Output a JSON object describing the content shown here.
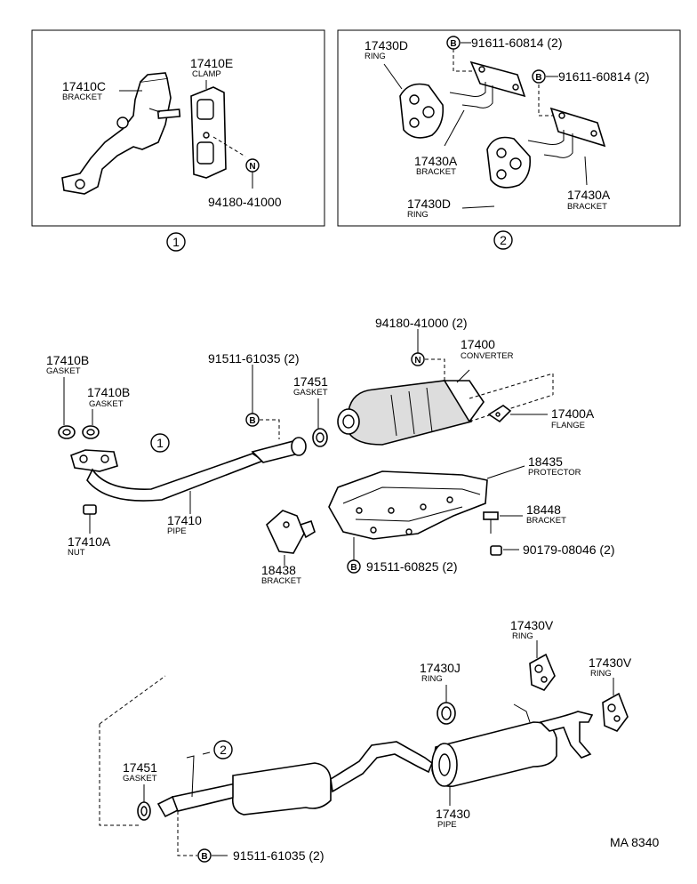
{
  "box1": {
    "bracket_c": {
      "num": "17410C",
      "name": "BRACKET"
    },
    "clamp": {
      "num": "17410E",
      "name": "CLAMP"
    },
    "nut_n": {
      "marker": "N",
      "num": "94180-41000"
    },
    "index": "1"
  },
  "box2": {
    "ring_top": {
      "num": "17430D",
      "name": "RING"
    },
    "bolt_1": {
      "marker": "B",
      "num": "91611-60814 (2)"
    },
    "bolt_2": {
      "marker": "B",
      "num": "91611-60814 (2)"
    },
    "bracket_left": {
      "num": "17430A",
      "name": "BRACKET"
    },
    "ring_bottom": {
      "num": "17430D",
      "name": "RING"
    },
    "bracket_right": {
      "num": "17430A",
      "name": "BRACKET"
    },
    "index": "2"
  },
  "middle": {
    "gasket_b1": {
      "num": "17410B",
      "name": "GASKET"
    },
    "gasket_b2": {
      "num": "17410B",
      "name": "GASKET"
    },
    "nut_a": {
      "num": "17410A",
      "name": "NUT"
    },
    "pipe": {
      "num": "17410",
      "name": "PIPE"
    },
    "pipe_ref": "1",
    "bolt_pipe": {
      "marker": "B",
      "num": "91511-61035 (2)"
    },
    "gasket_451": {
      "num": "17451",
      "name": "GASKET"
    },
    "nut_conv": {
      "marker": "N",
      "num": "94180-41000 (2)"
    },
    "converter": {
      "num": "17400",
      "name": "CONVERTER"
    },
    "flange": {
      "num": "17400A",
      "name": "FLANGE"
    },
    "protector": {
      "num": "18435",
      "name": "PROTECTOR"
    },
    "bracket_448": {
      "num": "18448",
      "name": "BRACKET"
    },
    "bolt_046": {
      "num": "90179-08046 (2)"
    },
    "bracket_438": {
      "num": "18438",
      "name": "BRACKET"
    },
    "bolt_prot": {
      "marker": "B",
      "num": "91511-60825 (2)"
    }
  },
  "bottom": {
    "ring_v1": {
      "num": "17430V",
      "name": "RING"
    },
    "ring_v2": {
      "num": "17430V",
      "name": "RING"
    },
    "ring_j": {
      "num": "17430J",
      "name": "RING"
    },
    "gasket_451": {
      "num": "17451",
      "name": "GASKET"
    },
    "tail_ref": "2",
    "pipe": {
      "num": "17430",
      "name": "PIPE"
    },
    "bolt_tail": {
      "marker": "B",
      "num": "91511-61035 (2)"
    }
  },
  "drawing_code": "MA 8340"
}
